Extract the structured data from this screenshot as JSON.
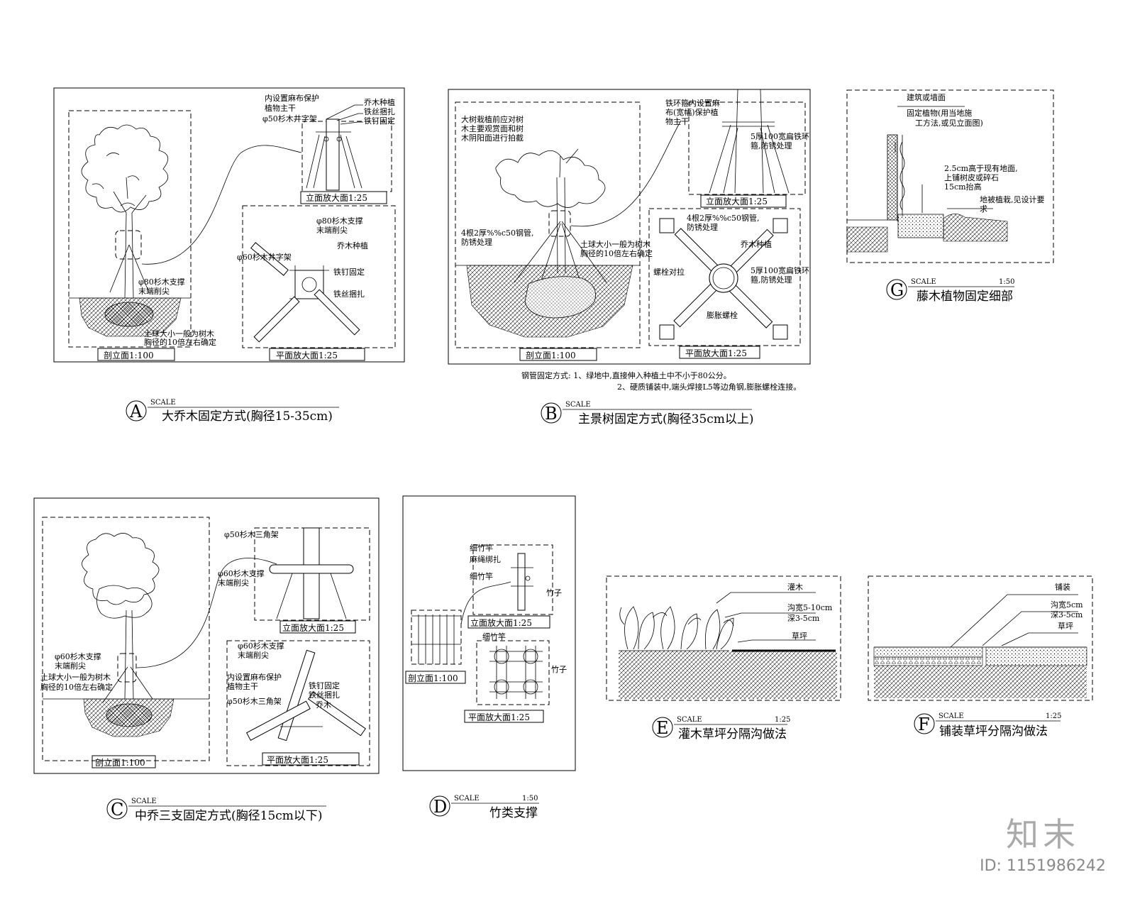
{
  "panel_a": {
    "letter": "A",
    "scale_word": "SCALE",
    "title": "大乔木固定方式(胸径15-35cm)",
    "section_scale": "剖立面1:100",
    "elev_scale": "立面放大面1:25",
    "plan_scale": "平面放大面1:25",
    "notes": {
      "burlap_1": "内设置麻布保护",
      "burlap_2": "植物主干",
      "frame": "φ50杉木井字架",
      "tree": "乔木种植",
      "wire": "铁丝捆扎",
      "nail": "铁钉固定",
      "support_1": "φ80杉木支撑",
      "support_2": "末端削尖",
      "frame60": "φ60杉木井字架",
      "plan_tree": "乔木种植",
      "plan_nail": "铁钉固定",
      "plan_wire": "铁丝捆扎",
      "sec_support_1": "φ80杉木支撑",
      "sec_support_2": "末端削尖",
      "ball_1": "土球大小一般为树木",
      "ball_2": "胸径的10倍左右确定"
    }
  },
  "panel_b": {
    "letter": "B",
    "scale_word": "SCALE",
    "title": "主景树固定方式(胸径35cm以上)",
    "section_scale": "剖立面1:100",
    "elev_scale": "立面放大面1:25",
    "plan_scale": "平面放大面1:25",
    "notes": {
      "prune_1": "大树栽植前应对树",
      "prune_2": "木主要观赏面和树",
      "prune_3": "木阴阳面进行拍截",
      "pipe_1": "4根2厚%%c50钢管,",
      "pipe_2": "防锈处理",
      "ball_1": "土球大小一般为树木",
      "ball_2": "胸径的10倍左右确定",
      "ring_1": "铁环箍内设置麻",
      "ring_2": "布(宽幅)保护植",
      "ring_3": "物主干",
      "hoop_1": "5厚100宽扁铁环",
      "hoop_2": "箍,防锈处理",
      "plan_pipe_1": "4根2厚%%c50钢管,",
      "plan_pipe_2": "防锈处理",
      "plan_tree": "乔木种植",
      "bolt": "螺栓对拉",
      "plan_hoop_1": "5厚100宽扁铁环",
      "plan_hoop_2": "箍,防锈处理",
      "anchor": "膨胀螺栓"
    },
    "footnote_1": "钢管固定方式:  1、绿地中,直接伸入种植土中不小于80公分。",
    "footnote_2": "2、硬质铺装中,端头焊接L5等边角钢,膨胀螺栓连接。"
  },
  "panel_c": {
    "letter": "C",
    "scale_word": "SCALE",
    "title": "中乔三支固定方式(胸径15cm以下)",
    "section_scale": "剖立面1:100",
    "elev_scale": "立面放大面1:25",
    "plan_scale": "平面放大面1:25",
    "notes": {
      "tripod": "φ50杉木三角架",
      "support_1": "φ60杉木支撑",
      "support_2": "末端削尖",
      "sec_support_1": "φ60杉木支撑",
      "sec_support_2": "末端削尖",
      "ball_1": "土球大小一般为树木",
      "ball_2": "胸径的10倍左右确定",
      "plan_support_1": "φ60杉木支撑",
      "plan_support_2": "末端削尖",
      "burlap_1": "内设置麻布保护",
      "burlap_2": "植物主干",
      "tripod2": "φ50杉木三角架",
      "nail": "铁钉固定",
      "wire": "铁丝捆扎",
      "tree": "乔木"
    }
  },
  "panel_d": {
    "letter": "D",
    "scale_word": "SCALE",
    "ratio": "1:50",
    "title": "竹类支撑",
    "section_scale": "剖立面1:100",
    "elev_scale": "立面放大面1:25",
    "plan_scale": "平面放大面1:25",
    "notes": {
      "pole_1": "细竹竿",
      "rope": "麻绳绑扎",
      "pole_2": "细竹竿",
      "bamboo": "竹子",
      "plan_pole": "细竹竿",
      "plan_bamboo": "竹子"
    }
  },
  "panel_e": {
    "letter": "E",
    "scale_word": "SCALE",
    "ratio": "1:25",
    "title": "灌木草坪分隔沟做法",
    "notes": {
      "shrub": "灌木",
      "width": "沟宽5-10cm",
      "depth": "深3-5cm",
      "lawn": "草坪"
    }
  },
  "panel_f": {
    "letter": "F",
    "scale_word": "SCALE",
    "ratio": "1:25",
    "title": "铺装草坪分隔沟做法",
    "notes": {
      "paving": "铺装",
      "width": "沟宽5cm",
      "depth": "深3-5cm",
      "lawn": "草坪"
    }
  },
  "panel_g": {
    "letter": "G",
    "scale_word": "SCALE",
    "ratio": "1:50",
    "title": "藤木植物固定细部",
    "notes": {
      "wall": "建筑或墙面",
      "fix_1": "固定植物(用当地施",
      "fix_2": "工方法,或见立面图)",
      "raise_1": "2.5cm高于现有地面,",
      "raise_2": "上铺树皮或碎石",
      "raise_3": "15cm抬高",
      "ground_1": "地被植栽,见设计要",
      "ground_2": "求"
    }
  },
  "brand": {
    "logo": "知末",
    "id": "ID: 1151986242"
  },
  "colors": {
    "line": "#000000",
    "background": "#ffffff",
    "brand_gray": "#9a9a9a"
  }
}
